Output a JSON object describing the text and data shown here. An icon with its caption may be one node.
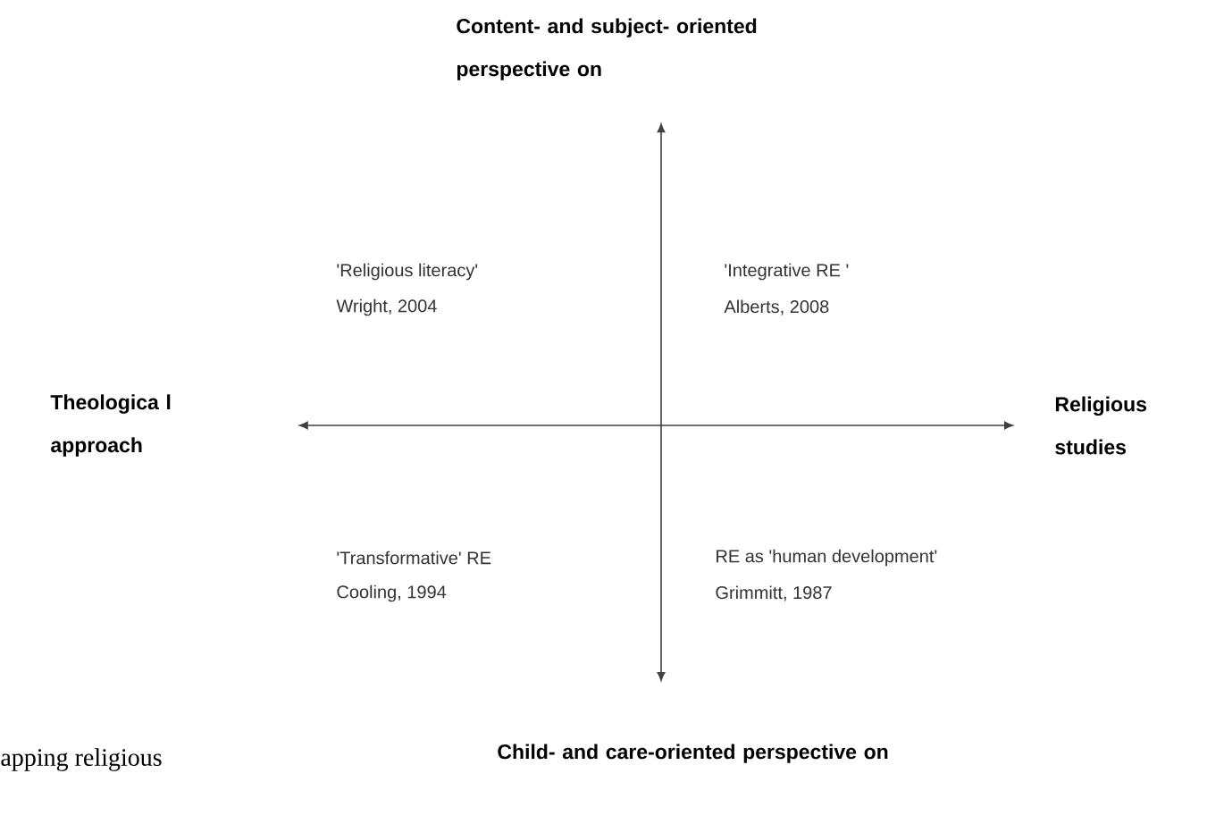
{
  "diagram": {
    "nodes": [
      {
        "text": [
          "Content- and subject- oriented perspective on"
        ]
      },
      {
        "text": [
          "Theologica l approach"
        ]
      },
      {
        "text": [
          "Religious studies"
        ]
      },
      {
        "text": [
          "Child- and care-oriented perspective on"
        ]
      }
    ],
    "edges": [
      {
        "from": 3,
        "to": 0,
        "arrow": "both"
      },
      {
        "from": 1,
        "to": 2,
        "arrow": "both"
      }
    ],
    "labels": [
      "'Religious literacy'",
      "Wright, 2004",
      "'Integrative RE '",
      "Alberts, 2008",
      "'Transformative'  RE",
      "Cooling, 1994",
      "RE as 'human development'",
      "Grimmitt, 1987",
      "apping religious"
    ]
  }
}
